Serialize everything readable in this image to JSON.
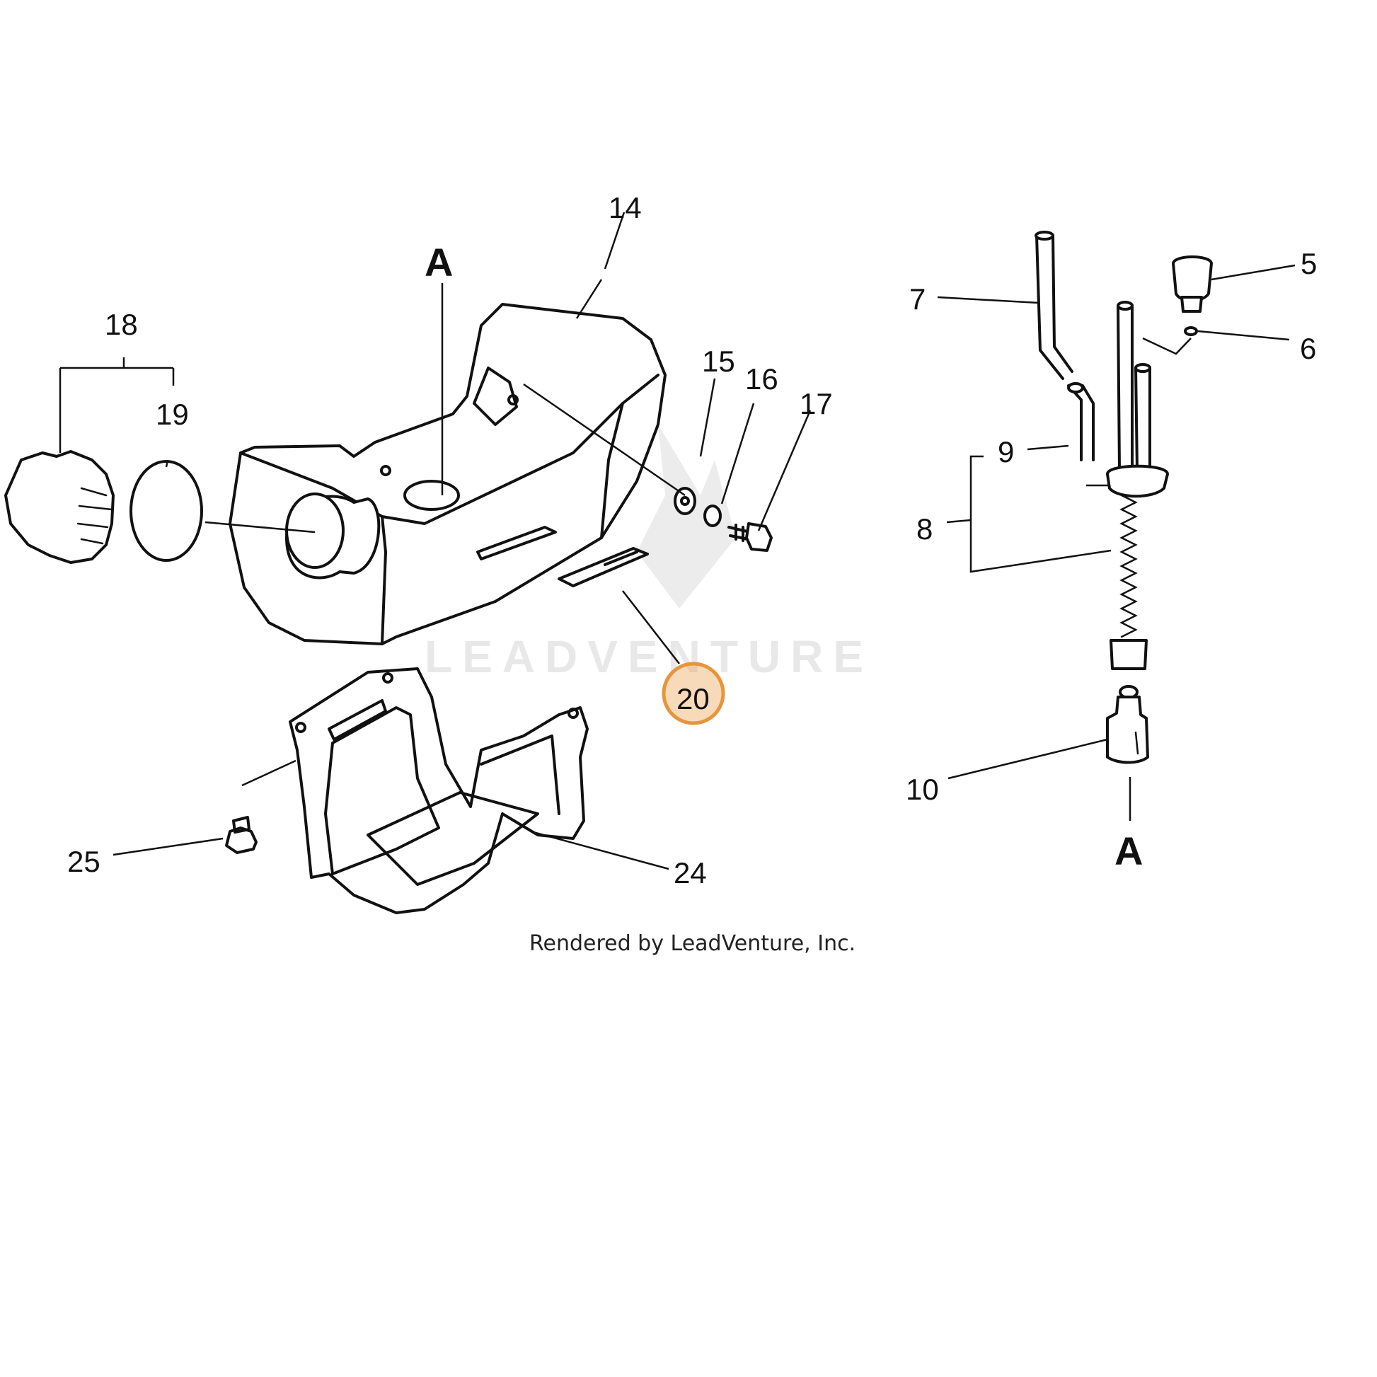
{
  "diagram": {
    "section_marker": "A",
    "callouts": [
      "14",
      "18",
      "19",
      "15",
      "16",
      "17",
      "20",
      "24",
      "25",
      "7",
      "5",
      "6",
      "9",
      "8",
      "10"
    ],
    "highlighted_callout": "20",
    "highlight_color": "#e8943a",
    "credit": "Rendered by LeadVenture, Inc.",
    "watermark": "LEADVENTURE"
  }
}
